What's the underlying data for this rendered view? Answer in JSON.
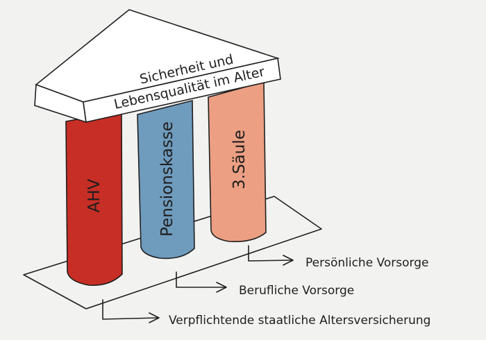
{
  "roof": {
    "line1": "Sicherheit und",
    "line2": "Lebensqualität im Alter"
  },
  "pillars": [
    {
      "label": "AHV",
      "color": "#c72e25"
    },
    {
      "label": "Pensionskasse",
      "color": "#6f9bbd"
    },
    {
      "label": "3.Säule",
      "color": "#ec9f83"
    }
  ],
  "legend": {
    "third": "Persönliche Vorsorge",
    "second": "Berufliche Vorsorge",
    "first": "Verpflichtende staatliche Altersversicherung"
  },
  "colors": {
    "background": "#f2f2f1",
    "roof": "#ffffff",
    "ink": "#1f1f1f"
  }
}
